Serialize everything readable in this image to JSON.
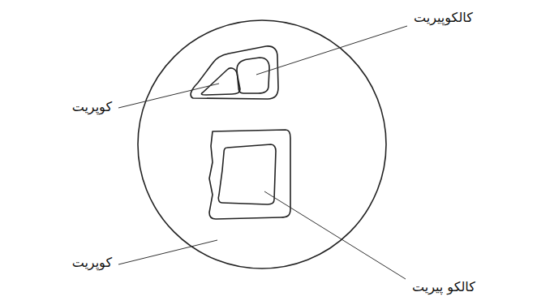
{
  "diagram": {
    "labels": [
      "کالکوپیریت",
      "کوپریت",
      "کوپریت",
      "کالکو پیریت"
    ]
  }
}
